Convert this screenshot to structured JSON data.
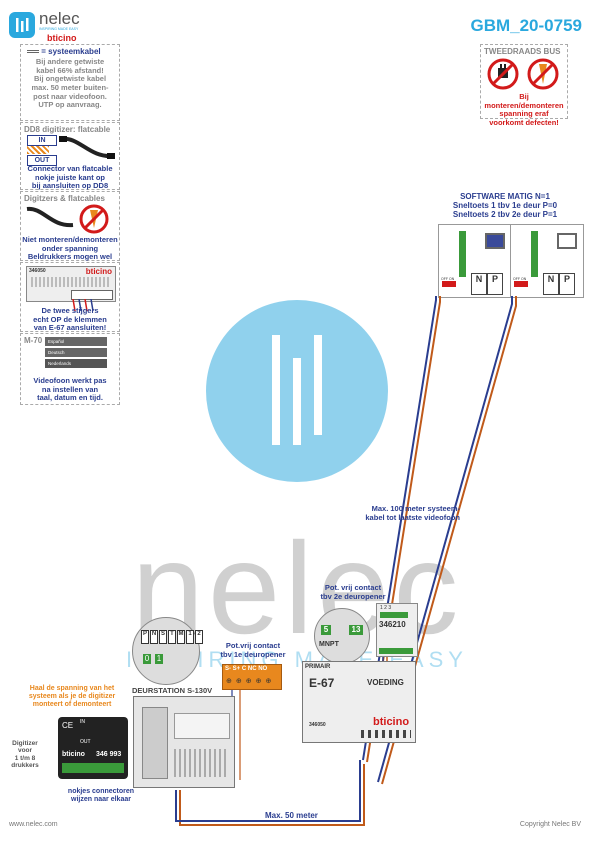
{
  "header": {
    "logo_name": "nelec",
    "logo_tagline": "INSPIRING MADE EASY",
    "brand": "bticino",
    "doc_code": "GBM_20-0759"
  },
  "panel_cable": {
    "title": "= systeemkabel",
    "lines": [
      "Bij andere getwiste",
      "kabel 66% afstand!",
      "Bij ongetwiste kabel",
      "max. 50 meter buiten-",
      "post naar videofoon.",
      "UTP op aanvraag."
    ]
  },
  "panel_dd8": {
    "title": "DD8 digitizer: flatcable",
    "in_label": "IN",
    "out_label": "OUT",
    "note": [
      "Connector van flatcable",
      "nokje juiste kant op",
      "bij aansluiten op DD8"
    ]
  },
  "panel_digitizers": {
    "title": "Digitzers & flatcables",
    "note": [
      "Niet monteren/demonteren",
      "onder spanning",
      "Beldrukkers mogen wel"
    ]
  },
  "panel_346050": {
    "model": "346050",
    "brand": "bticino",
    "note": [
      "De twee stijgers",
      "echt OP de klemmen",
      "van E-67 aansluiten!"
    ]
  },
  "panel_m70": {
    "title": "M-70",
    "languages": [
      "Español",
      "Deutsch",
      "Nederlands"
    ],
    "note": [
      "Videofoon werkt pas",
      "na instellen van",
      "taal, datum en tijd."
    ]
  },
  "panel_bus": {
    "title": "TWEEDRAADS BUS",
    "note": [
      "Bij monteren/demonteren",
      "spanning eraf",
      "voorkomt defecten!"
    ]
  },
  "software": {
    "lines": [
      "SOFTWARE MATIG N=1",
      "Sneltoets 1 tbv 1e deur P=0",
      "Sneltoets 2 tbv 2e deur P=1"
    ]
  },
  "monitors": [
    {
      "n": "N",
      "p": "P",
      "off_on": "OFF ON"
    },
    {
      "n": "N",
      "p": "P",
      "off_on": "OFF ON"
    }
  ],
  "labels": {
    "max100": [
      "Max. 100 meter systeem-",
      "kabel tot laatste videofoon"
    ],
    "pot2": [
      "Pot. vrij contact",
      "tbv 2e deuropener"
    ],
    "pot1": [
      "Pot.vrij contact",
      "tbv 1e deuropener"
    ],
    "haal": [
      "Haal de spanning van het",
      "systeem als je de digitizer",
      "monteert of demonteert"
    ],
    "digitizer": [
      "Digitizer",
      "voor",
      "1 t/m 8",
      "drukkers"
    ],
    "nokjes": [
      "nokjes connectoren",
      "wijzen naar elkaar"
    ],
    "deurstation": "DEURSTATION S-130V",
    "max50": "Max. 50 meter"
  },
  "relay_346210": {
    "model": "346210",
    "terms_top": [
      "1",
      "2",
      "3"
    ],
    "term_5": "5",
    "term_13": "13",
    "mode_labels": [
      "M",
      "N",
      "P",
      "T"
    ]
  },
  "terminals_door": [
    "P",
    "N",
    "S",
    "T",
    "M",
    "1",
    "2"
  ],
  "door_zoom_values": [
    "0",
    "1"
  ],
  "relay_terms": [
    "S-",
    "S+",
    "C",
    "NC",
    "NO"
  ],
  "e67": {
    "primair": "PRIMAIR",
    "model": "E-67",
    "voeding": "VOEDING",
    "sub": "346050",
    "brand": "bticino"
  },
  "digitizer_module": {
    "model": "346 993",
    "brand": "bticino",
    "in": "IN",
    "out": "OUT"
  },
  "footer": {
    "left": "www.nelec.com",
    "right": "Copyright Nelec BV"
  },
  "colors": {
    "accent_blue": "#2a3d8f",
    "code_blue": "#2aa8de",
    "orange": "#e8881e",
    "red": "#d21a1a",
    "watermark_blue": "#7cc9ea"
  }
}
